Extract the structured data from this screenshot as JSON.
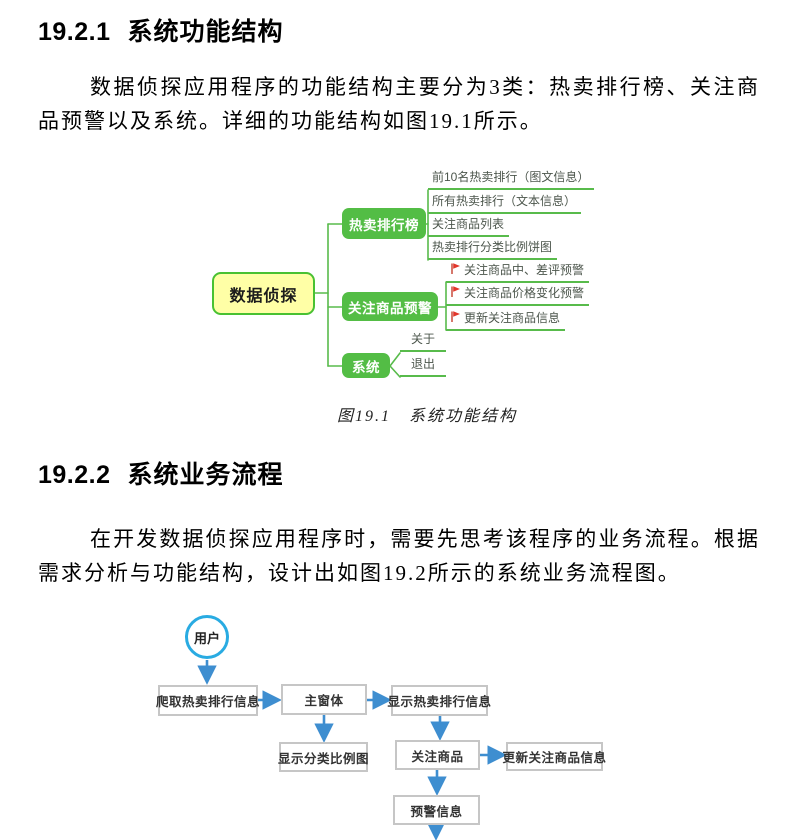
{
  "section_1921": {
    "number": "19.2.1",
    "title": "系统功能结构",
    "paragraph": "数据侦探应用程序的功能结构主要分为3类：热卖排行榜、关注商品预警以及系统。详细的功能结构如图19.1所示。"
  },
  "figure_191": {
    "caption": "图19.1　系统功能结构",
    "mindmap": {
      "root": "数据侦探",
      "branches": [
        {
          "label": "热卖排行榜",
          "leaves": [
            {
              "label": "前10名热卖排行（图文信息）"
            },
            {
              "label": "所有热卖排行（文本信息）"
            },
            {
              "label": "关注商品列表"
            },
            {
              "label": "热卖排行分类比例饼图"
            }
          ]
        },
        {
          "label": "关注商品预警",
          "leaves": [
            {
              "label": "关注商品中、差评预警",
              "icon": "red-flag"
            },
            {
              "label": "关注商品价格变化预警",
              "icon": "red-flag"
            },
            {
              "label": "更新关注商品信息",
              "icon": "red-flag"
            }
          ]
        },
        {
          "label": "系统",
          "leaves": [
            {
              "label": "关于"
            },
            {
              "label": "退出"
            }
          ]
        }
      ],
      "colors": {
        "root_fill": "#ffffa6",
        "root_border": "#49c132",
        "branch_fill": "#53bd45",
        "connector_line": "#58bb4b",
        "flag": "#e2362b",
        "leaf_text": "#4c564c"
      }
    }
  },
  "section_1922": {
    "number": "19.2.2",
    "title": "系统业务流程",
    "paragraph": "在开发数据侦探应用程序时，需要先思考该程序的业务流程。根据需求分析与功能结构，设计出如图19.2所示的系统业务流程图。"
  },
  "figure_192": {
    "flowchart": {
      "start": "用户",
      "nodes": [
        {
          "label": "爬取热卖排行信息"
        },
        {
          "label": "主窗体"
        },
        {
          "label": "显示热卖排行信息"
        },
        {
          "label": "显示分类比例图"
        },
        {
          "label": "关注商品"
        },
        {
          "label": "更新关注商品信息"
        },
        {
          "label": "预警信息"
        }
      ],
      "colors": {
        "arrow": "#3e8ed0",
        "start_circle_border": "#29abe2",
        "box_border": "#c6c6c6"
      }
    }
  }
}
